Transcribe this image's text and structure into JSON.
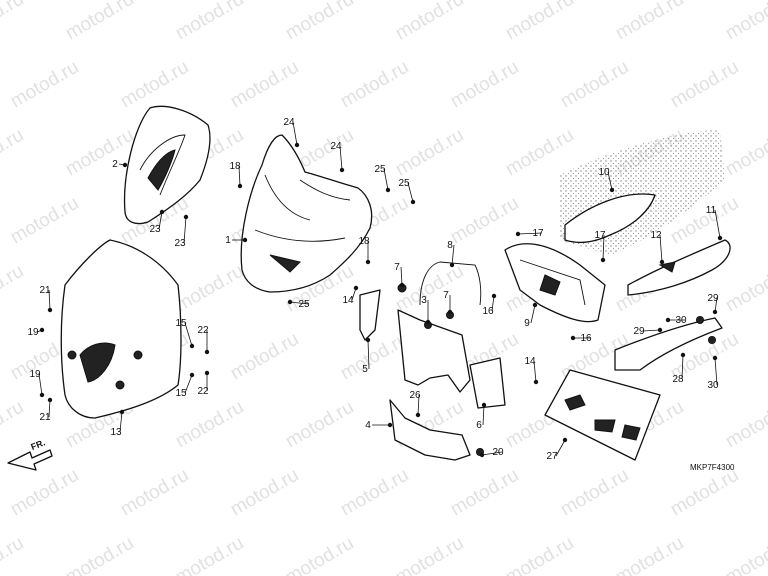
{
  "watermark": "motod.ru",
  "diagram_code": "MKP7F4300",
  "direction_label": "FR.",
  "callouts": [
    "1",
    "2",
    "3",
    "4",
    "5",
    "6",
    "7",
    "8",
    "9",
    "10",
    "11",
    "12",
    "13",
    "14",
    "15",
    "16",
    "17",
    "18",
    "19",
    "20",
    "21",
    "22",
    "23",
    "24",
    "25",
    "26",
    "27",
    "28",
    "29",
    "30"
  ]
}
